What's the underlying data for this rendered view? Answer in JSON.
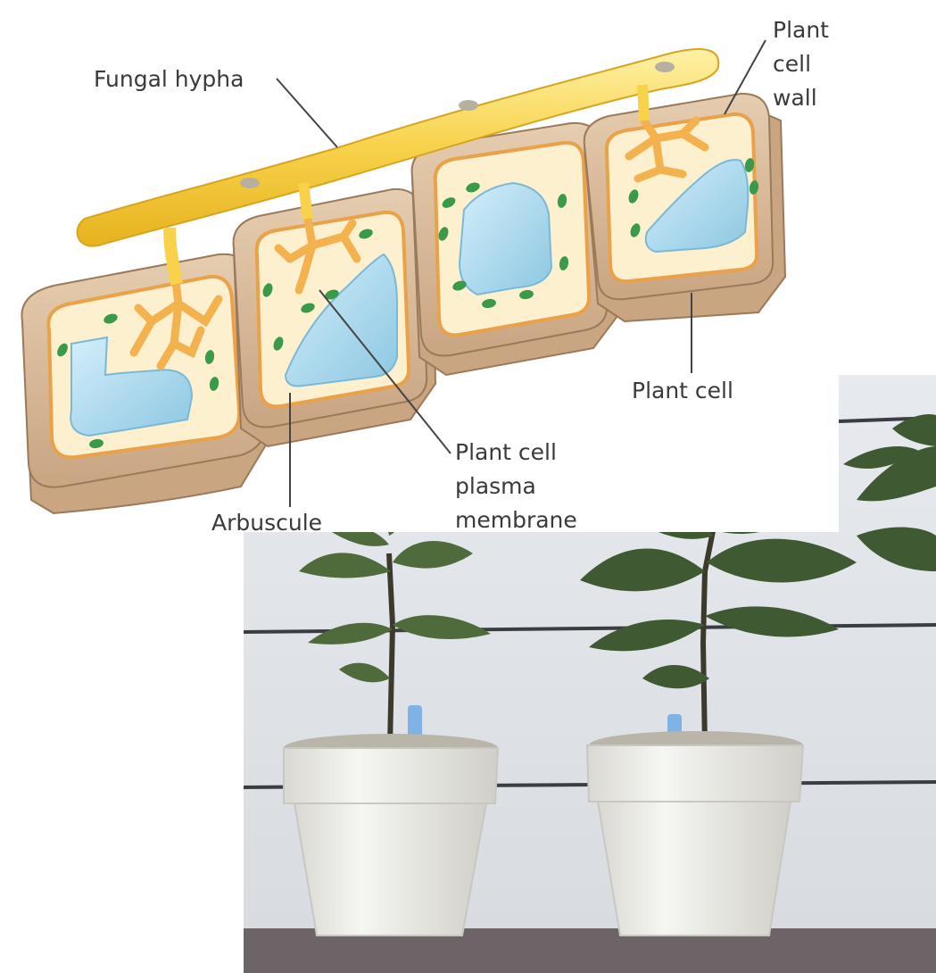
{
  "labels": {
    "fungal_hypha": "Fungal hypha",
    "plant_cell_wall": [
      "Plant",
      "cell",
      "wall"
    ],
    "plant_cell": "Plant cell",
    "plasma_membrane": [
      "Plant cell",
      "plasma",
      "membrane"
    ],
    "arbuscule": "Arbuscule"
  },
  "colors": {
    "hypha": "#f7d24a",
    "cell_wall": "#d8b896",
    "cytoplasm": "#fdf0cf",
    "membrane": "#e9a14a",
    "vacuole": "#a9d9ee",
    "chloroplast": "#3a9a4a",
    "arbuscule": "#f4b24e",
    "leader_line": "#444444"
  }
}
